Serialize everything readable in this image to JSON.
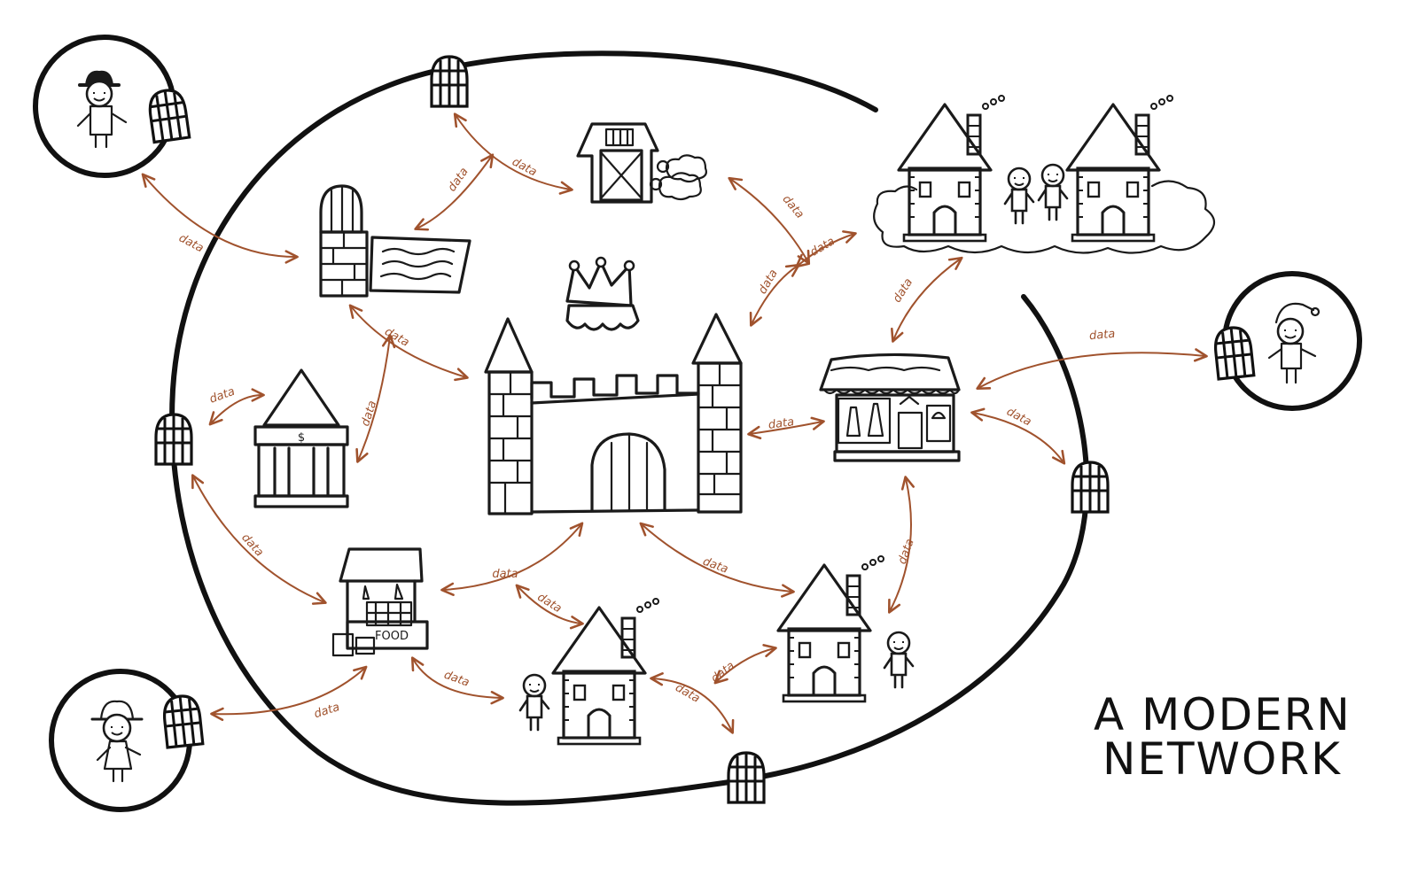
{
  "title": {
    "line1": "A MODERN",
    "line2": "NETWORK"
  },
  "connection_label": "data",
  "colors": {
    "ink": "#1a1a1a",
    "arrow": "#a0522d",
    "background": "#ffffff"
  },
  "icons": {
    "royal": "crown-icon",
    "castle": "castle-icon",
    "barn": "barn-icon",
    "library": "library-tower-icon",
    "bank": "bank-icon",
    "market": "food-stall-icon",
    "houses": "house-icon",
    "shop": "clothing-shop-icon",
    "doors": "gate-door-icon",
    "people": "person-icon"
  },
  "food_sign": "FOOD",
  "bank_sign": "$"
}
